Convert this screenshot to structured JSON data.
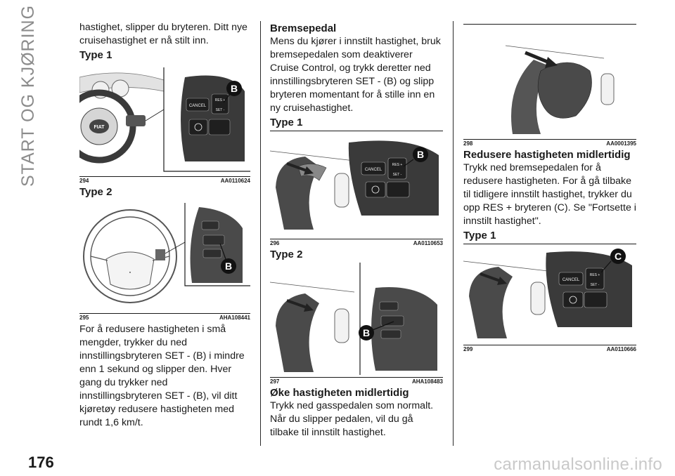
{
  "section_title": "START OG KJØRING",
  "page_number": "176",
  "watermark": "carmanualsonline.info",
  "col1": {
    "intro": "hastighet, slipper du bryteren. Ditt nye cruisehastighet er nå stilt inn.",
    "type1": "Type 1",
    "fig294": {
      "num": "294",
      "code": "AA0110624"
    },
    "type2": "Type 2",
    "fig295": {
      "num": "295",
      "code": "AHA108441"
    },
    "body": "For å redusere hastigheten i små mengder, trykker du ned innstillingsbryteren SET - (B) i mindre enn 1 sekund og slipper den. Hver gang du trykker ned innstillingsbryteren SET - (B), vil ditt kjøretøy redusere hastigheten med rundt 1,6 km/t."
  },
  "col2": {
    "heading": "Bremsepedal",
    "body": "Mens du kjører i innstilt hastighet, bruk bremsepedalen som deaktiverer Cruise Control, og trykk deretter ned innstillingsbryteren SET - (B) og slipp bryteren momentant for å stille inn en ny cruisehastighet.",
    "type1": "Type 1",
    "fig296": {
      "num": "296",
      "code": "AA0110653"
    },
    "type2": "Type 2",
    "fig297": {
      "num": "297",
      "code": "AHA108483"
    },
    "heading2": "Øke hastigheten midlertidig",
    "body2": "Trykk ned gasspedalen som normalt. Når du slipper pedalen, vil du gå tilbake til innstilt hastighet."
  },
  "col3": {
    "fig298": {
      "num": "298",
      "code": "AA0001395"
    },
    "heading": "Redusere hastigheten midlertidig",
    "body": "Trykk ned bremsepedalen for å redusere hastigheten. For å gå tilbake til tidligere innstilt hastighet, trykker du opp RES + bryteren (C). Se \"Fortsette i innstilt hastighet\".",
    "type1": "Type 1",
    "fig299": {
      "num": "299",
      "code": "AA0110666"
    }
  },
  "labels": {
    "B": "B",
    "C": "C",
    "cancel": "CANCEL",
    "res": "RES +",
    "set": "SET -",
    "fiat": "FIAT"
  }
}
